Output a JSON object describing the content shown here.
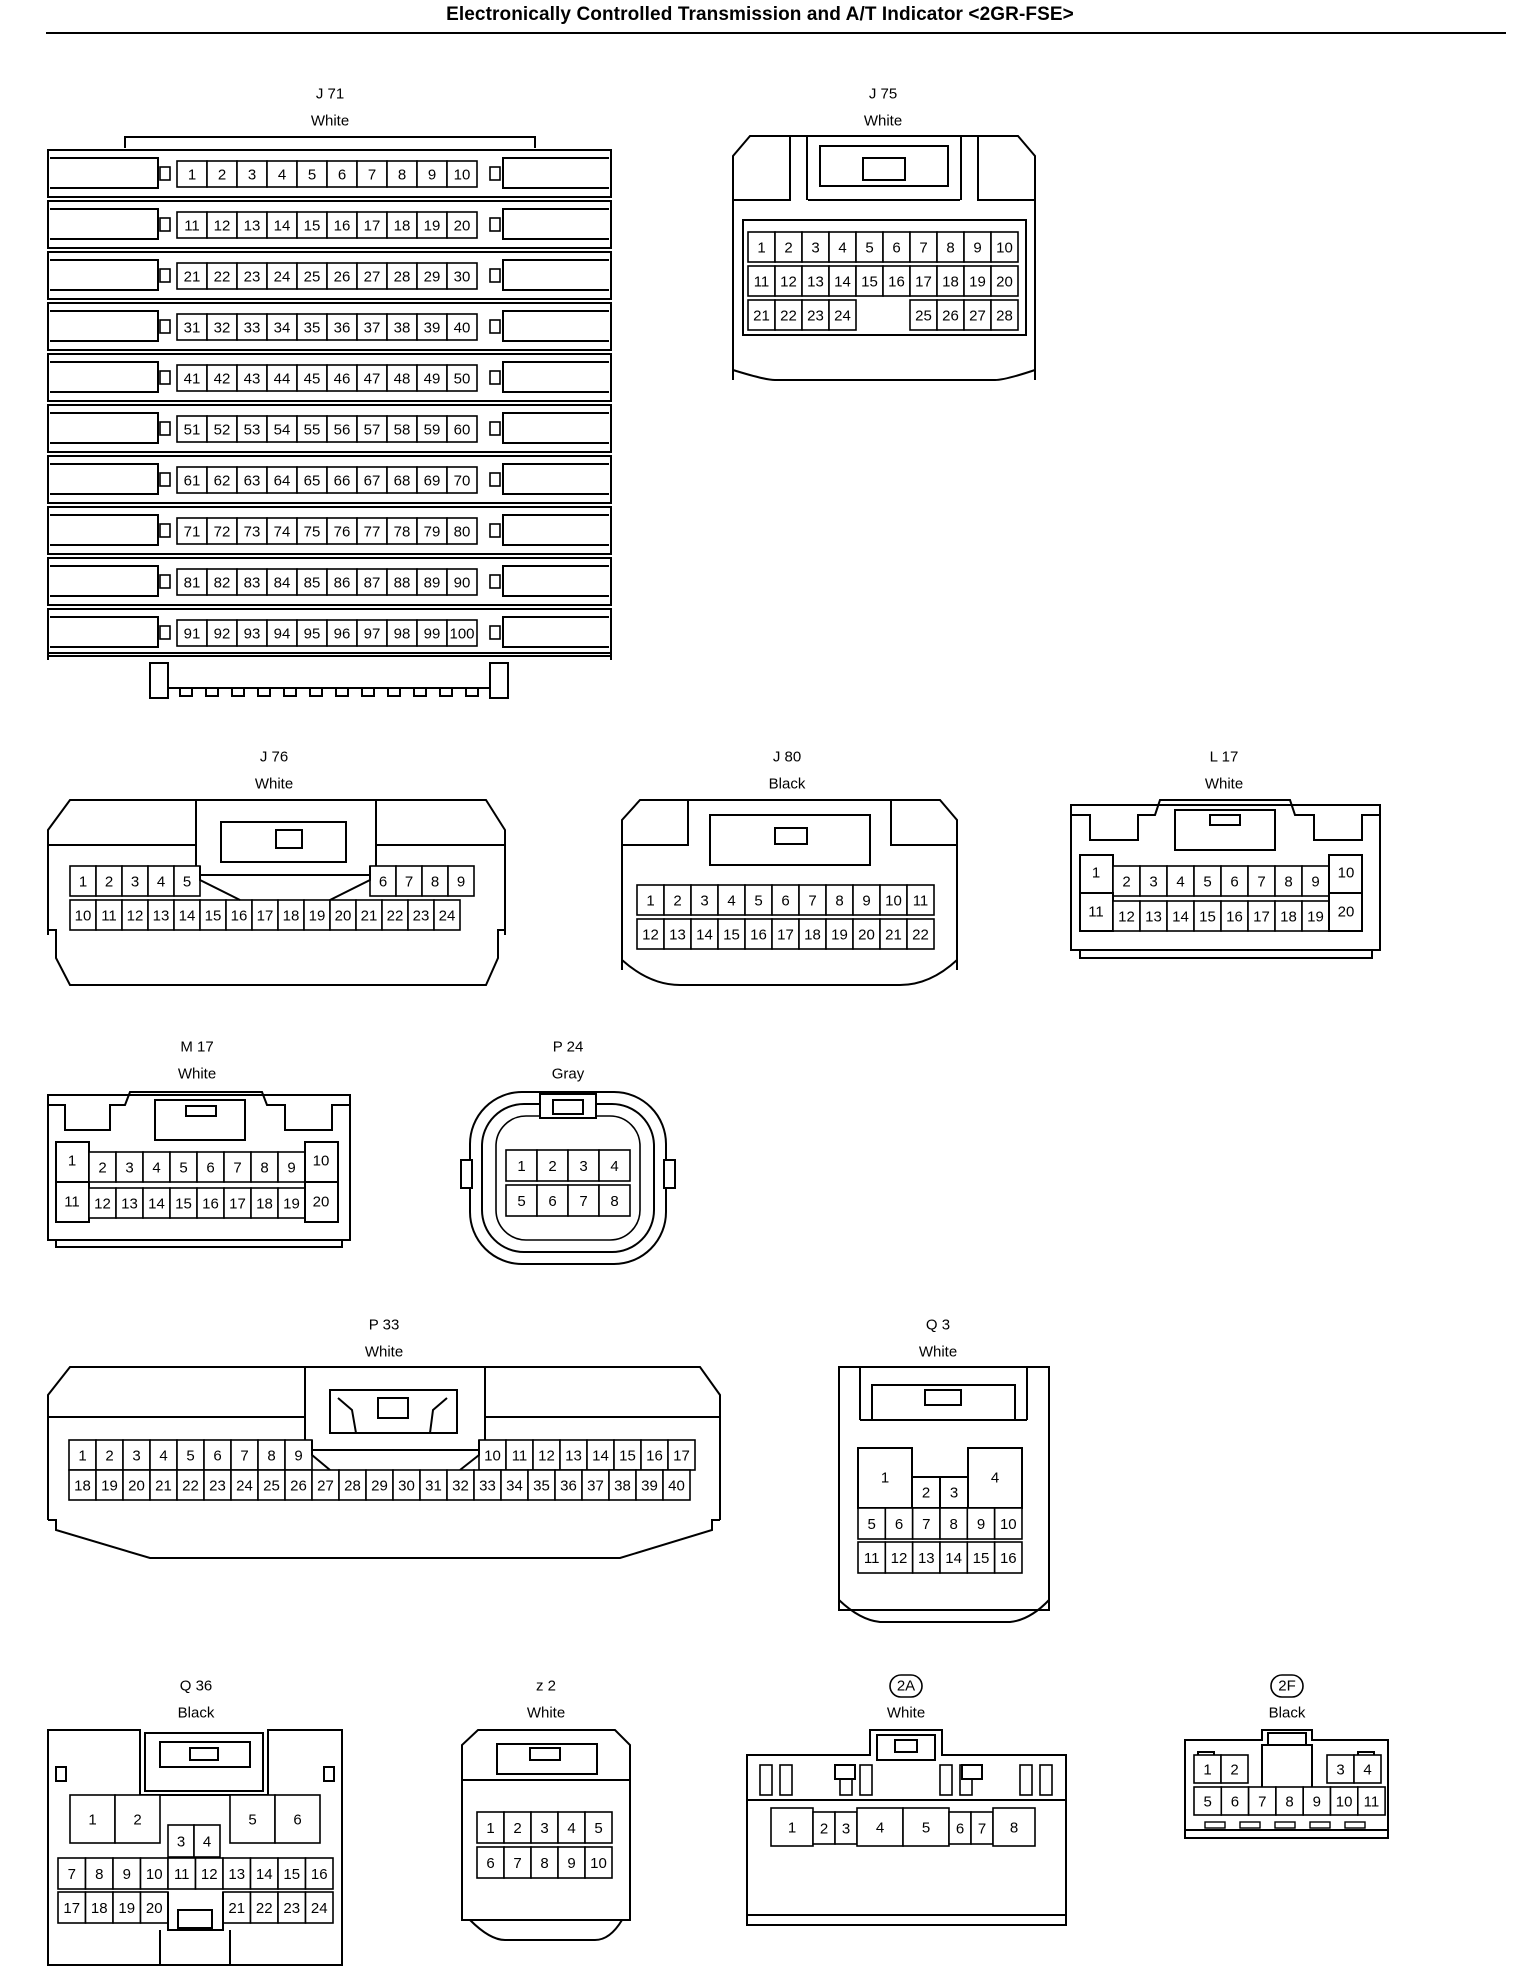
{
  "title": "Electronically Controlled Transmission and A/T Indicator <2GR-FSE>",
  "connectors": [
    {
      "id": "J71",
      "code": "J 71",
      "color": "White",
      "rows": [
        [
          "1",
          "2",
          "3",
          "4",
          "5",
          "6",
          "7",
          "8",
          "9",
          "10"
        ],
        [
          "11",
          "12",
          "13",
          "14",
          "15",
          "16",
          "17",
          "18",
          "19",
          "20"
        ],
        [
          "21",
          "22",
          "23",
          "24",
          "25",
          "26",
          "27",
          "28",
          "29",
          "30"
        ],
        [
          "31",
          "32",
          "33",
          "34",
          "35",
          "36",
          "37",
          "38",
          "39",
          "40"
        ],
        [
          "41",
          "42",
          "43",
          "44",
          "45",
          "46",
          "47",
          "48",
          "49",
          "50"
        ],
        [
          "51",
          "52",
          "53",
          "54",
          "55",
          "56",
          "57",
          "58",
          "59",
          "60"
        ],
        [
          "61",
          "62",
          "63",
          "64",
          "65",
          "66",
          "67",
          "68",
          "69",
          "70"
        ],
        [
          "71",
          "72",
          "73",
          "74",
          "75",
          "76",
          "77",
          "78",
          "79",
          "80"
        ],
        [
          "81",
          "82",
          "83",
          "84",
          "85",
          "86",
          "87",
          "88",
          "89",
          "90"
        ],
        [
          "91",
          "92",
          "93",
          "94",
          "95",
          "96",
          "97",
          "98",
          "99",
          "100"
        ]
      ]
    },
    {
      "id": "J75",
      "code": "J 75",
      "color": "White",
      "rows": [
        [
          "1",
          "2",
          "3",
          "4",
          "5",
          "6",
          "7",
          "8",
          "9",
          "10"
        ],
        [
          "11",
          "12",
          "13",
          "14",
          "15",
          "16",
          "17",
          "18",
          "19",
          "20"
        ],
        [
          "21",
          "22",
          "23",
          "24",
          "",
          "",
          "25",
          "26",
          "27",
          "28"
        ]
      ]
    },
    {
      "id": "J76",
      "code": "J 76",
      "color": "White",
      "rows": [
        [
          "1",
          "2",
          "3",
          "4",
          "5",
          "6",
          "7",
          "8",
          "9"
        ],
        [
          "10",
          "11",
          "12",
          "13",
          "14",
          "15",
          "16",
          "17",
          "18",
          "19",
          "20",
          "21",
          "22",
          "23",
          "24"
        ]
      ]
    },
    {
      "id": "J80",
      "code": "J 80",
      "color": "Black",
      "rows": [
        [
          "1",
          "2",
          "3",
          "4",
          "5",
          "6",
          "7",
          "8",
          "9",
          "10",
          "11"
        ],
        [
          "12",
          "13",
          "14",
          "15",
          "16",
          "17",
          "18",
          "19",
          "20",
          "21",
          "22"
        ]
      ]
    },
    {
      "id": "L17",
      "code": "L 17",
      "color": "White",
      "rows": [
        [
          "1",
          "2",
          "3",
          "4",
          "5",
          "6",
          "7",
          "8",
          "9",
          "10"
        ],
        [
          "11",
          "12",
          "13",
          "14",
          "15",
          "16",
          "17",
          "18",
          "19",
          "20"
        ]
      ]
    },
    {
      "id": "M17",
      "code": "M 17",
      "color": "White",
      "rows": [
        [
          "1",
          "2",
          "3",
          "4",
          "5",
          "6",
          "7",
          "8",
          "9",
          "10"
        ],
        [
          "11",
          "12",
          "13",
          "14",
          "15",
          "16",
          "17",
          "18",
          "19",
          "20"
        ]
      ]
    },
    {
      "id": "P24",
      "code": "P 24",
      "color": "Gray",
      "rows": [
        [
          "1",
          "2",
          "3",
          "4"
        ],
        [
          "5",
          "6",
          "7",
          "8"
        ]
      ]
    },
    {
      "id": "P33",
      "code": "P 33",
      "color": "White",
      "rows": [
        [
          "1",
          "2",
          "3",
          "4",
          "5",
          "6",
          "7",
          "8",
          "9",
          "10",
          "11",
          "12",
          "13",
          "14",
          "15",
          "16",
          "17"
        ],
        [
          "18",
          "19",
          "20",
          "21",
          "22",
          "23",
          "24",
          "25",
          "26",
          "27",
          "28",
          "29",
          "30",
          "31",
          "32",
          "33",
          "34",
          "35",
          "36",
          "37",
          "38",
          "39",
          "40"
        ]
      ]
    },
    {
      "id": "Q3",
      "code": "Q 3",
      "color": "White",
      "rows": [
        [
          "1",
          "2",
          "3",
          "4"
        ],
        [
          "5",
          "6",
          "7",
          "8",
          "9",
          "10"
        ],
        [
          "11",
          "12",
          "13",
          "14",
          "15",
          "16"
        ]
      ]
    },
    {
      "id": "Q36",
      "code": "Q 36",
      "color": "Black",
      "rows": [
        [
          "1",
          "2",
          "3",
          "4",
          "5",
          "6"
        ],
        [
          "7",
          "8",
          "9",
          "10",
          "11",
          "12",
          "13",
          "14",
          "15",
          "16"
        ],
        [
          "17",
          "18",
          "19",
          "20",
          "21",
          "22",
          "23",
          "24"
        ]
      ]
    },
    {
      "id": "z2",
      "code": "z 2",
      "color": "White",
      "rows": [
        [
          "1",
          "2",
          "3",
          "4",
          "5"
        ],
        [
          "6",
          "7",
          "8",
          "9",
          "10"
        ]
      ]
    },
    {
      "id": "2A",
      "code": "2A",
      "color": "White",
      "rows": [
        [
          "1",
          "2",
          "3",
          "4",
          "5",
          "6",
          "7",
          "8"
        ]
      ]
    },
    {
      "id": "2F",
      "code": "2F",
      "color": "Black",
      "rows": [
        [
          "1",
          "2",
          "3",
          "4"
        ],
        [
          "5",
          "6",
          "7",
          "8",
          "9",
          "10",
          "11"
        ]
      ]
    }
  ]
}
